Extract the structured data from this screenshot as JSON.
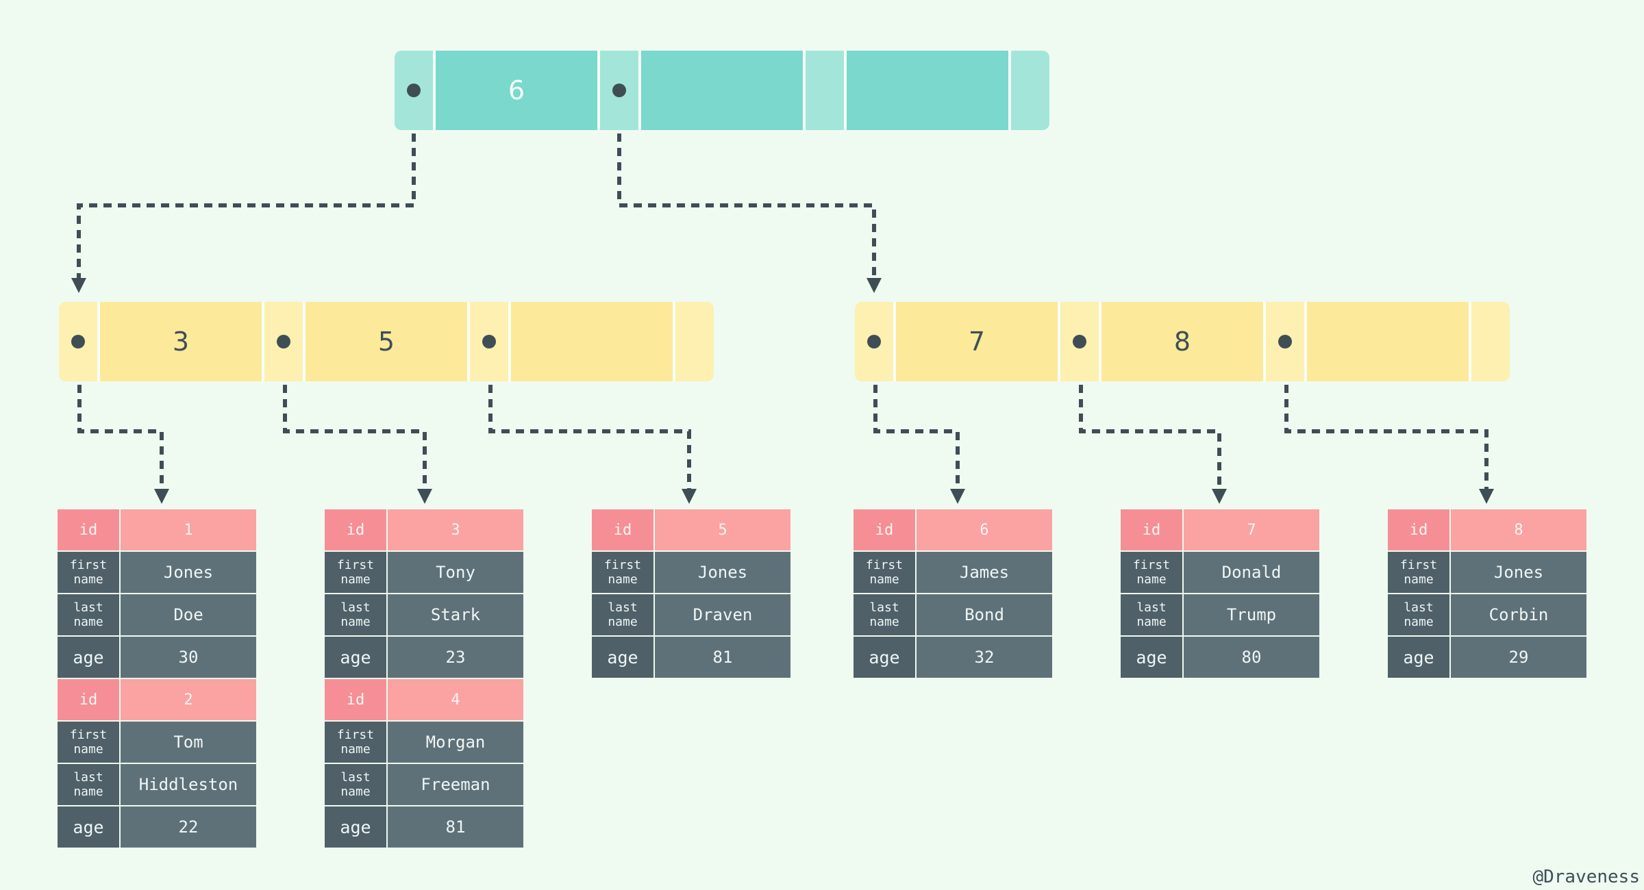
{
  "root": {
    "keys": [
      "6",
      "",
      ""
    ]
  },
  "internal_nodes": [
    {
      "keys": [
        "3",
        "5",
        ""
      ]
    },
    {
      "keys": [
        "7",
        "8",
        ""
      ]
    }
  ],
  "field_labels": {
    "id": "id",
    "first_name": "first\nname",
    "last_name": "last\nname",
    "age": "age"
  },
  "leaves": [
    {
      "records": [
        {
          "id": "1",
          "first_name": "Jones",
          "last_name": "Doe",
          "age": "30"
        },
        {
          "id": "2",
          "first_name": "Tom",
          "last_name": "Hiddleston",
          "age": "22"
        }
      ]
    },
    {
      "records": [
        {
          "id": "3",
          "first_name": "Tony",
          "last_name": "Stark",
          "age": "23"
        },
        {
          "id": "4",
          "first_name": "Morgan",
          "last_name": "Freeman",
          "age": "81"
        }
      ]
    },
    {
      "records": [
        {
          "id": "5",
          "first_name": "Jones",
          "last_name": "Draven",
          "age": "81"
        }
      ]
    },
    {
      "records": [
        {
          "id": "6",
          "first_name": "James",
          "last_name": "Bond",
          "age": "32"
        }
      ]
    },
    {
      "records": [
        {
          "id": "7",
          "first_name": "Donald",
          "last_name": "Trump",
          "age": "80"
        }
      ]
    },
    {
      "records": [
        {
          "id": "8",
          "first_name": "Jones",
          "last_name": "Corbin",
          "age": "29"
        }
      ]
    }
  ],
  "signature": "@Draveness",
  "colors": {
    "background": "#effbf1",
    "root_key": "#7ad8cd",
    "internal_key": "#fde99a",
    "id_row": "#fba2a3",
    "record_row": "#5f7178",
    "connector": "#3f4e55"
  }
}
